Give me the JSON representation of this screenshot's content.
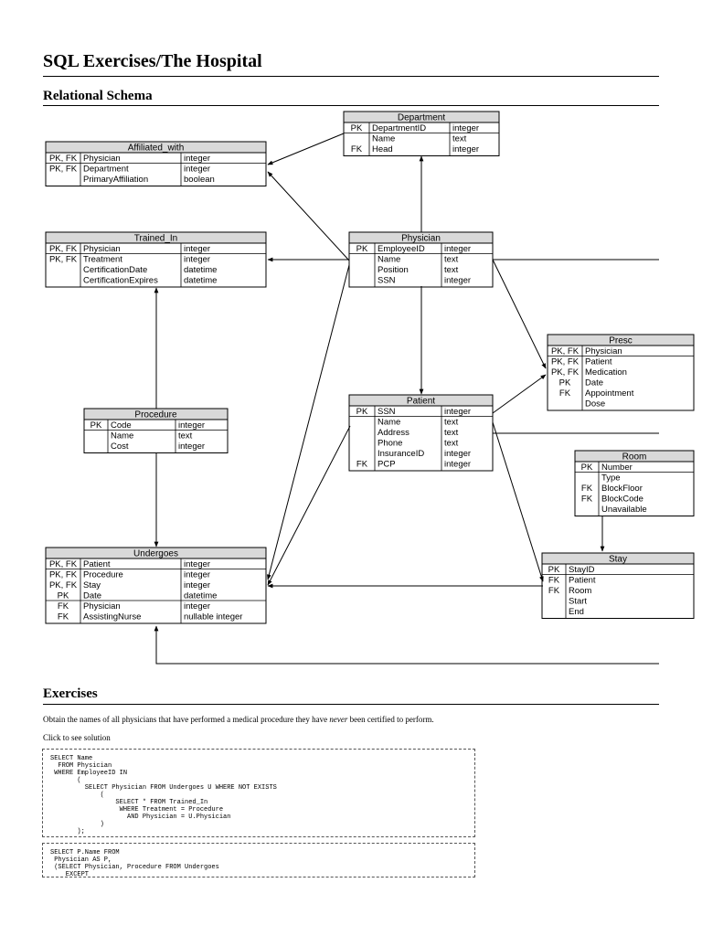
{
  "page": {
    "title": "SQL Exercises/The Hospital",
    "schema_heading": "Relational Schema",
    "exercises_heading": "Exercises"
  },
  "schema": {
    "department": {
      "title": "Department",
      "rows": [
        [
          "PK",
          "DepartmentID",
          "integer"
        ],
        [
          "",
          "Name",
          "text"
        ],
        [
          "FK",
          "Head",
          "integer"
        ]
      ]
    },
    "affiliated_with": {
      "title": "Affiliated_with",
      "rows": [
        [
          "PK, FK",
          "Physician",
          "integer"
        ],
        [
          "PK, FK",
          "Department",
          "integer"
        ],
        [
          "",
          "PrimaryAffiliation",
          "boolean"
        ]
      ]
    },
    "trained_in": {
      "title": "Trained_In",
      "rows": [
        [
          "PK, FK",
          "Physician",
          "integer"
        ],
        [
          "PK, FK",
          "Treatment",
          "integer"
        ],
        [
          "",
          "CertificationDate",
          "datetime"
        ],
        [
          "",
          "CertificationExpires",
          "datetime"
        ]
      ]
    },
    "physician": {
      "title": "Physician",
      "rows": [
        [
          "PK",
          "EmployeeID",
          "integer"
        ],
        [
          "",
          "Name",
          "text"
        ],
        [
          "",
          "Position",
          "text"
        ],
        [
          "",
          "SSN",
          "integer"
        ]
      ]
    },
    "prescribes": {
      "title": "Presc",
      "rows": [
        [
          "PK, FK",
          "Physician"
        ],
        [
          "PK, FK",
          "Patient"
        ],
        [
          "PK, FK",
          "Medication"
        ],
        [
          "PK",
          "Date"
        ],
        [
          "FK",
          "Appointment"
        ],
        [
          "",
          "Dose"
        ]
      ]
    },
    "procedure": {
      "title": "Procedure",
      "rows": [
        [
          "PK",
          "Code",
          "integer"
        ],
        [
          "",
          "Name",
          "text"
        ],
        [
          "",
          "Cost",
          "integer"
        ]
      ]
    },
    "patient": {
      "title": "Patient",
      "rows": [
        [
          "PK",
          "SSN",
          "integer"
        ],
        [
          "",
          "Name",
          "text"
        ],
        [
          "",
          "Address",
          "text"
        ],
        [
          "",
          "Phone",
          "text"
        ],
        [
          "",
          "InsuranceID",
          "integer"
        ],
        [
          "FK",
          "PCP",
          "integer"
        ]
      ]
    },
    "room": {
      "title": "Room",
      "rows": [
        [
          "PK",
          "Number"
        ],
        [
          "",
          "Type"
        ],
        [
          "FK",
          "BlockFloor"
        ],
        [
          "FK",
          "BlockCode"
        ],
        [
          "",
          "Unavailable"
        ]
      ]
    },
    "stay": {
      "title": "Stay",
      "rows": [
        [
          "PK",
          "StayID"
        ],
        [
          "FK",
          "Patient"
        ],
        [
          "FK",
          "Room"
        ],
        [
          "",
          "Start"
        ],
        [
          "",
          "End"
        ]
      ]
    },
    "undergoes": {
      "title": "Undergoes",
      "rows": [
        [
          "PK, FK",
          "Patient",
          "integer"
        ],
        [
          "PK, FK",
          "Procedure",
          "integer"
        ],
        [
          "PK, FK",
          "Stay",
          "integer"
        ],
        [
          "PK",
          "Date",
          "datetime"
        ],
        [
          "FK",
          "Physician",
          "integer"
        ],
        [
          "FK",
          "AssistingNurse",
          "nullable integer"
        ]
      ]
    }
  },
  "exercise": {
    "question_before": "Obtain the names of all physicians that have performed a medical procedure they have ",
    "question_emphasis": "never",
    "question_after": " been certified to perform.",
    "solution_link": "Click to see solution",
    "solution_1": "SELECT Name\n  FROM Physician\n WHERE EmployeeID IN\n       (\n         SELECT Physician FROM Undergoes U WHERE NOT EXISTS\n             (\n                 SELECT * FROM Trained_In\n                  WHERE Treatment = Procedure\n                    AND Physician = U.Physician\n             )\n       );",
    "solution_2": "SELECT P.Name FROM\n Physician AS P,\n (SELECT Physician, Procedure FROM Undergoes\n    EXCEPT"
  }
}
